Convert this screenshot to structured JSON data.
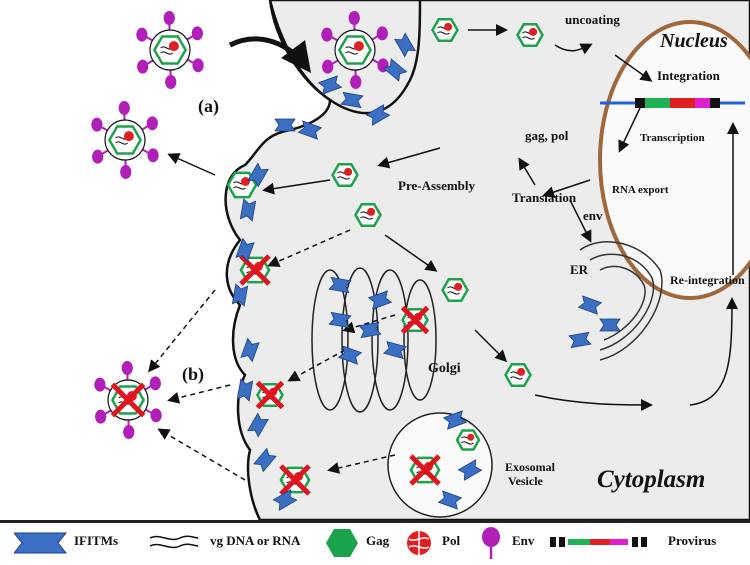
{
  "labels": {
    "nucleus": "Nucleus",
    "cytoplasm": "Cytoplasm",
    "uncoating": "uncoating",
    "integration": "Integration",
    "transcription": "Transcription",
    "rna_export": "RNA export",
    "gag_pol": "gag, pol",
    "translation": "Translation",
    "env": "env",
    "pre_assembly": "Pre-Assembly",
    "er": "ER",
    "re_integration": "Re-integration",
    "golgi": "Golgi",
    "exosomal_1": "Exosomal",
    "exosomal_2": "Vesicle",
    "panel_a": "(a)",
    "panel_b": "(b)"
  },
  "legend": {
    "ifitms": "IFITMs",
    "vg": "vg DNA or RNA",
    "gag": "Gag",
    "pol": "Pol",
    "env": "Env",
    "provirus": "Provirus"
  },
  "colors": {
    "gag": "#1aa34a",
    "pol": "#e02020",
    "env": "#b01fb8",
    "ifitm": "#3b6fc4",
    "nucleus_border": "#a0673a",
    "cell_fill": "#eeeeee",
    "block_red": "#e0141e",
    "provirus_green": "#1db254",
    "provirus_red": "#e02020",
    "provirus_magenta": "#e020d0",
    "provirus_blue": "#2060e0"
  }
}
